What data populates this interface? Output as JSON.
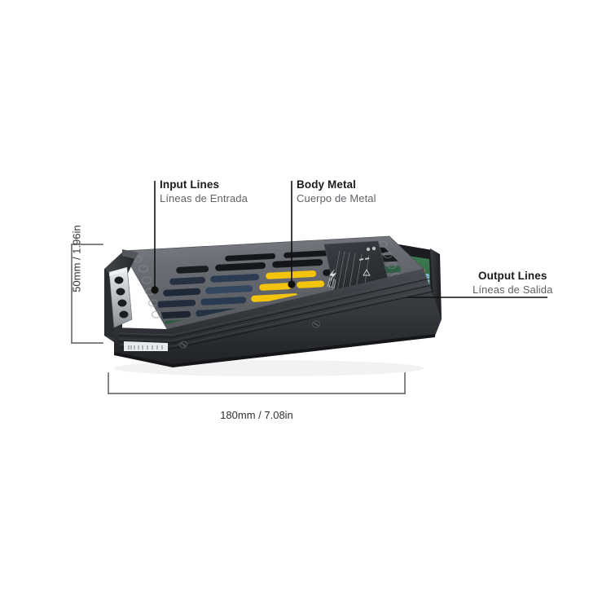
{
  "product": {
    "name": "LED switching power supply",
    "type": "slim aluminium-housing constant-voltage driver",
    "view": "three-quarter perspective product photo"
  },
  "callouts": [
    {
      "id": "input-lines",
      "title": "Input Lines",
      "subtitle": "Líneas de Entrada",
      "leader": "vertical line down to a dot on the housing, left side",
      "target": "input terminal end of the housing"
    },
    {
      "id": "body-metal",
      "title": "Body Metal",
      "subtitle": "Cuerpo de Metal",
      "leader": "vertical line down to a dot on the vented top cover",
      "target": "vented metal top cover"
    },
    {
      "id": "output-lines",
      "title": "Output Lines",
      "subtitle": "Líneas de Salida",
      "leader": "horizontal line left to the output terminal block",
      "target": "output screw-terminal block"
    }
  ],
  "dimensions": {
    "width": {
      "label": "180mm / 7.08in",
      "mm": 180,
      "inches": 7.08,
      "orientation": "horizontal",
      "bracket": "below the product"
    },
    "height": {
      "label": "50mm / 1.96in",
      "mm": 50,
      "inches": 1.96,
      "orientation": "vertical",
      "bracket": "left of the product"
    }
  },
  "colors": {
    "background": "#ffffff",
    "title_text": "#1b1b1b",
    "subtitle_text": "#5f6266",
    "dimension_text": "#303030",
    "leader_line": "#111111",
    "bracket_line": "#6e7074",
    "housing_top": "#6a6d72",
    "housing_front": "#3a3d42",
    "housing_dark": "#24262a",
    "vent_interior": "#121316",
    "component_yellow": "#f2c40d",
    "pcb_green": "#2f6b45",
    "terminal_silver": "#c9ccd1",
    "terminal_brass": "#8d7a4e",
    "accent_cyan": "#7fb8c9",
    "label_plate": "#2e3136"
  }
}
